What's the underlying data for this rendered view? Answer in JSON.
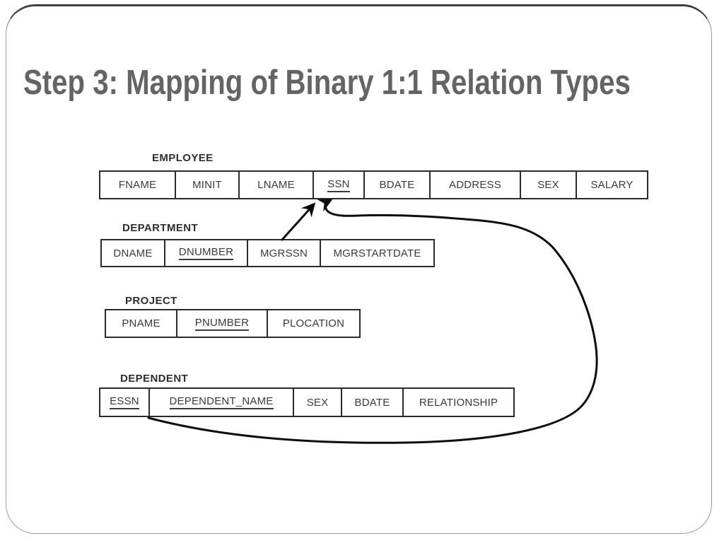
{
  "slide": {
    "title": "Step 3: Mapping of Binary 1:1 Relation Types"
  },
  "tables": [
    {
      "name": "EMPLOYEE",
      "columns": [
        {
          "label": "FNAME",
          "underlined": false
        },
        {
          "label": "MINIT",
          "underlined": false
        },
        {
          "label": "LNAME",
          "underlined": false
        },
        {
          "label": "SSN",
          "underlined": true
        },
        {
          "label": "BDATE",
          "underlined": false
        },
        {
          "label": "ADDRESS",
          "underlined": false
        },
        {
          "label": "SEX",
          "underlined": false
        },
        {
          "label": "SALARY",
          "underlined": false
        }
      ]
    },
    {
      "name": "DEPARTMENT",
      "columns": [
        {
          "label": "DNAME",
          "underlined": false
        },
        {
          "label": "DNUMBER",
          "underlined": true
        },
        {
          "label": "MGRSSN",
          "underlined": false
        },
        {
          "label": "MGRSTARTDATE",
          "underlined": false
        }
      ]
    },
    {
      "name": "PROJECT",
      "columns": [
        {
          "label": "PNAME",
          "underlined": false
        },
        {
          "label": "PNUMBER",
          "underlined": true
        },
        {
          "label": "PLOCATION",
          "underlined": false
        }
      ]
    },
    {
      "name": "DEPENDENT",
      "columns": [
        {
          "label": "ESSN",
          "underlined": true
        },
        {
          "label": "DEPENDENT_NAME",
          "underlined": true
        },
        {
          "label": "SEX",
          "underlined": false
        },
        {
          "label": "BDATE",
          "underlined": false
        },
        {
          "label": "RELATIONSHIP",
          "underlined": false
        }
      ]
    }
  ],
  "arrows": [
    {
      "name": "mgrssn-to-ssn",
      "from": "DEPARTMENT.MGRSSN",
      "to": "EMPLOYEE.SSN"
    },
    {
      "name": "essn-to-ssn",
      "from": "DEPENDENT.ESSN",
      "to": "EMPLOYEE.SSN"
    }
  ],
  "colors": {
    "title": "#646464",
    "table_border": "#2b2b2b",
    "arrow": "#0d0d0d",
    "frame_top": "#3f3f3f",
    "frame_side": "#9a9a9a"
  }
}
